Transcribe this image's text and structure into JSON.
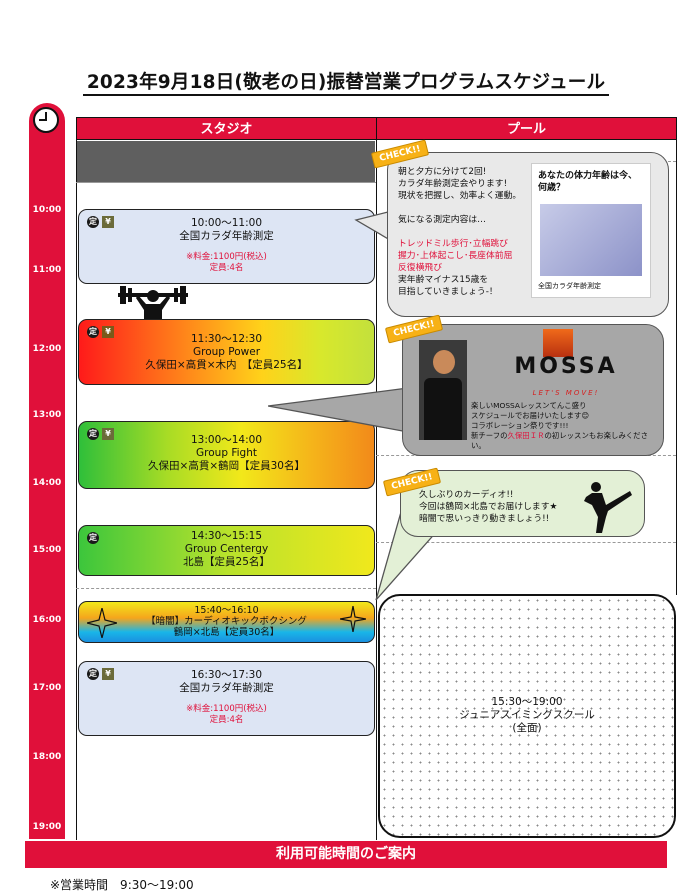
{
  "title": "2023年9月18日(敬老の日)振替営業プログラムスケジュール",
  "headers": {
    "studio": "スタジオ",
    "pool": "プール"
  },
  "times": [
    "10:00",
    "11:00",
    "12:00",
    "13:00",
    "14:00",
    "15:00",
    "16:00",
    "17:00",
    "18:00",
    "19:00"
  ],
  "badges": {
    "fixed": "定",
    "paid": "¥"
  },
  "sessions": [
    {
      "time": "10:00～11:00",
      "name": "全国カラダ年齢測定",
      "fee": "※料金:1100円(税込)",
      "capacity": "定員:4名"
    },
    {
      "time": "11:30～12:30",
      "name": "Group Power",
      "staff": "久保田×高貫×木内　【定員25名】"
    },
    {
      "time": "13:00～14:00",
      "name": "Group Fight",
      "staff": "久保田×高貫×鶴岡【定員30名】"
    },
    {
      "time": "14:30～15:15",
      "name": "Group Centergy",
      "staff": "北島【定員25名】"
    },
    {
      "time": "15:40～16:10",
      "name": "【暗闇】カーディオキックボクシング",
      "staff": "鶴岡×北島【定員30名】"
    },
    {
      "time": "16:30～17:30",
      "name": "全国カラダ年齢測定",
      "fee": "※料金:1100円(税込)",
      "capacity": "定員:4名"
    }
  ],
  "check_label": "CHECK!!",
  "bubble1": {
    "lines": [
      "朝と夕方に分けて2回!",
      "カラダ年齢測定会やります!",
      "現状を把握し、効率よく運動。",
      "",
      "気になる測定内容は…",
      ""
    ],
    "red_lines": [
      "トレッドミル歩行･立幅跳び",
      "握力･上体起こし･長座体前屈",
      "反復横飛び"
    ],
    "end_lines": [
      "実年齢マイナス15歳を",
      "目指していきましょう-！"
    ],
    "poster_title": "あなたの体力年齢は今、何歳？",
    "poster_caption": "全国カラダ年齢測定"
  },
  "bubble2": {
    "brand": "MOSSA",
    "tagline": "LET'S MOVE!",
    "lines": [
      "楽しいMOSSAレッスンてんこ盛り",
      "スケジュールでお届けいたします😊",
      "コラボレーション祭りです!!!"
    ],
    "last_line_pre": "新チーフの",
    "last_line_red": "久保田ＩＲ",
    "last_line_post": "の初レッスンもお楽しみください。"
  },
  "bubble3": {
    "lines": [
      "久しぶりのカーディオ!!",
      "今回は鶴岡×北島でお届けします★",
      "暗闇で思いっきり動きましょう!!"
    ]
  },
  "pool_session": {
    "time": "15:30～19:00",
    "name": "ジュニアスイミングスクール",
    "note": "(全面)"
  },
  "footer": {
    "banner": "利用可能時間のご案内",
    "hours": "※営業時間　9:30～19:00"
  },
  "colors": {
    "accent": "#e0103a",
    "check": "#f7b116"
  }
}
